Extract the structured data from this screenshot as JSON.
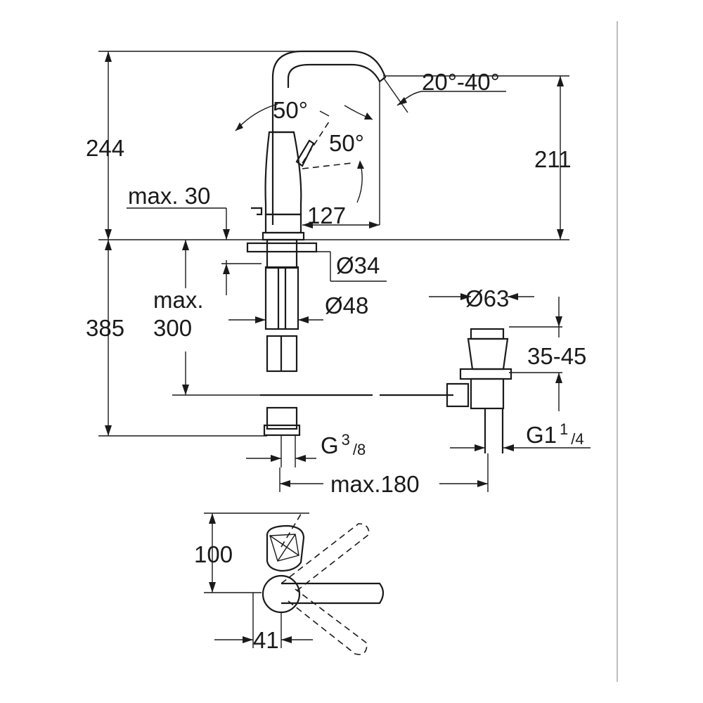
{
  "dimensions": {
    "total_height": "244",
    "outlet_height": "211",
    "max_thickness": "max. 30",
    "lever_angle_top": "50°",
    "lever_angle_side": "50°",
    "spout_swivel": "20°-40°",
    "reach": "127",
    "hole_dia_min": "Ø34",
    "hole_dia_max": "Ø48",
    "below_counter": "385",
    "max_300_line1": "max.",
    "max_300_line2": "300",
    "waste_dia": "Ø63",
    "waste_range": "35-45",
    "inlet_thread_main": "G",
    "inlet_thread_num": "3",
    "inlet_thread_den": "/8",
    "waste_thread_main": "G1",
    "waste_thread_num": "1",
    "waste_thread_den": "/4",
    "max_180": "max.180",
    "plan_depth": "100",
    "plan_offset": "41"
  }
}
